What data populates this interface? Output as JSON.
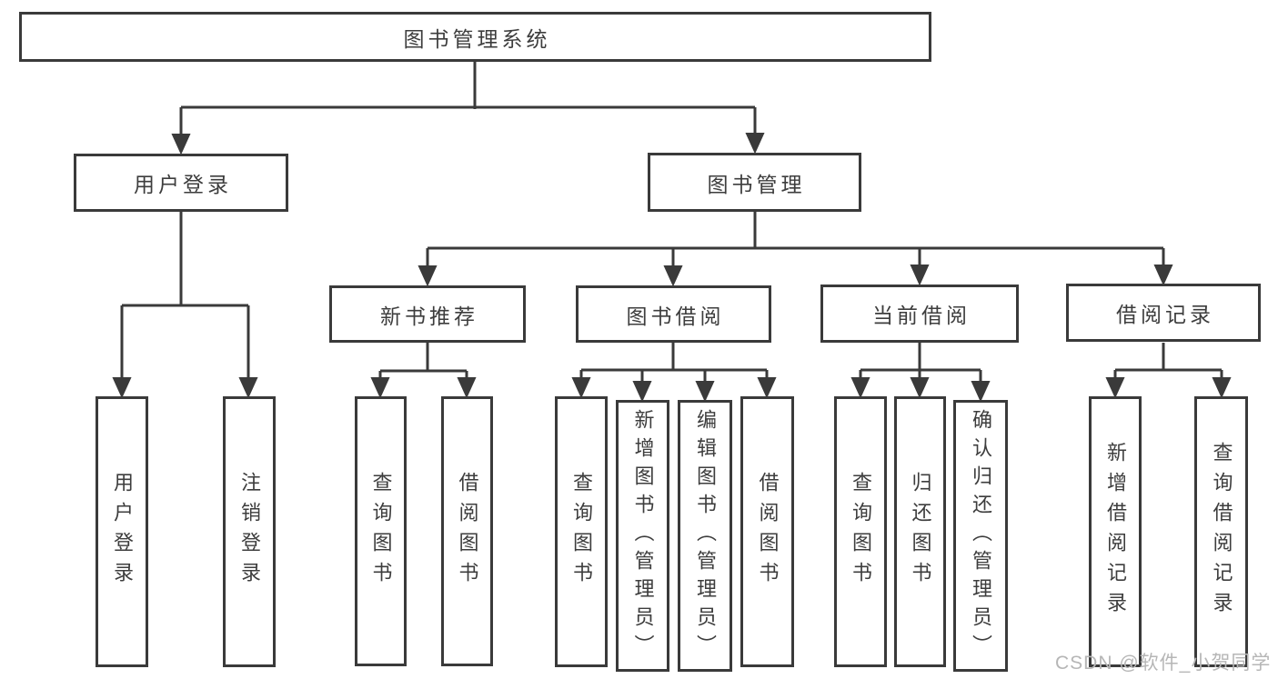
{
  "tree": {
    "root": {
      "label": "图书管理系统"
    },
    "user": {
      "label": "用户登录",
      "children": [
        {
          "label": "用户登录"
        },
        {
          "label": "注销登录"
        }
      ]
    },
    "mgmt": {
      "label": "图书管理",
      "children": [
        {
          "label": "新书推荐",
          "children": [
            {
              "label": "查询图书"
            },
            {
              "label": "借阅图书"
            }
          ]
        },
        {
          "label": "图书借阅",
          "children": [
            {
              "label": "查询图书"
            },
            {
              "label": "新增图书（管理员）"
            },
            {
              "label": "编辑图书（管理员）"
            },
            {
              "label": "借阅图书"
            }
          ]
        },
        {
          "label": "当前借阅",
          "children": [
            {
              "label": "查询图书"
            },
            {
              "label": "归还图书"
            },
            {
              "label": "确认归还（管理员）"
            }
          ]
        },
        {
          "label": "借阅记录",
          "children": [
            {
              "label": "新增借阅记录"
            },
            {
              "label": "查询借阅记录"
            }
          ]
        }
      ]
    }
  },
  "watermark": {
    "text": "CSDN @软件_小贺同学"
  },
  "colors": {
    "line": "#3a3a3a",
    "box_border": "#3a3a3a",
    "text": "#3d3d3d",
    "background": "#ffffff",
    "watermark": "#b6b6b6"
  }
}
